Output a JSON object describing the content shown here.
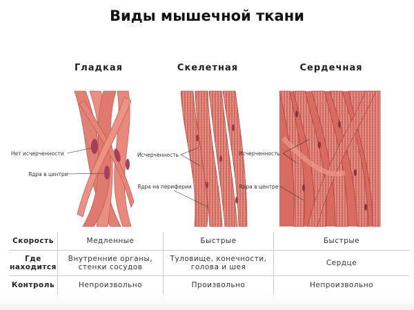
{
  "title": "Виды мышечной ткани",
  "columns": [
    {
      "heading": "Гладкая"
    },
    {
      "heading": "Скелетная"
    },
    {
      "heading": "Сердечная"
    }
  ],
  "annotations": {
    "smooth_no_striation": "Нет исчерченности",
    "smooth_nuclei_center": "Ядра в центре",
    "skeletal_striation": "Исчерченность",
    "skeletal_nuclei_periphery": "Ядра на периферии",
    "cardiac_striation": "Исчерченность",
    "cardiac_nuclei_center": "Ядра в центре"
  },
  "table": {
    "rows": [
      {
        "header": "Скорость",
        "cells": [
          "Медленные",
          "Быстрые",
          "Быстрые"
        ]
      },
      {
        "header_lines": [
          "Где",
          "находится"
        ],
        "cells_lines": [
          [
            "Внутренние органы,",
            "стенки сосудов"
          ],
          [
            "Туловище, конечности,",
            "голова и шея"
          ],
          [
            "Сердце"
          ]
        ]
      },
      {
        "header": "Контроль",
        "cells": [
          "Непроизвольно",
          "Произвольно",
          "Непроизвольно"
        ]
      }
    ]
  },
  "colors": {
    "fiber_fill": "#e8857a",
    "fiber_dark": "#b94a44",
    "nucleus": "#9c3a4a"
  }
}
